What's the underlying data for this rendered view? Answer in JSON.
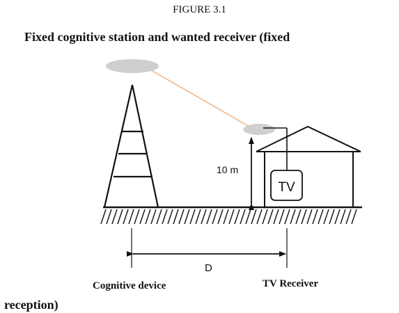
{
  "figure": {
    "label": "FIGURE 3.1",
    "title_line1": "Fixed cognitive station and wanted receiver (fixed",
    "title_line2": "reception)"
  },
  "diagram": {
    "height_label": "10 m",
    "tv_label": "TV",
    "distance_label": "D",
    "cognitive_device_label": "Cognitive device",
    "tv_receiver_label": "TV Receiver"
  },
  "colors": {
    "antenna_disc": "#cfcfcf",
    "signal_line": "#f2c39c",
    "stroke": "#111111"
  }
}
